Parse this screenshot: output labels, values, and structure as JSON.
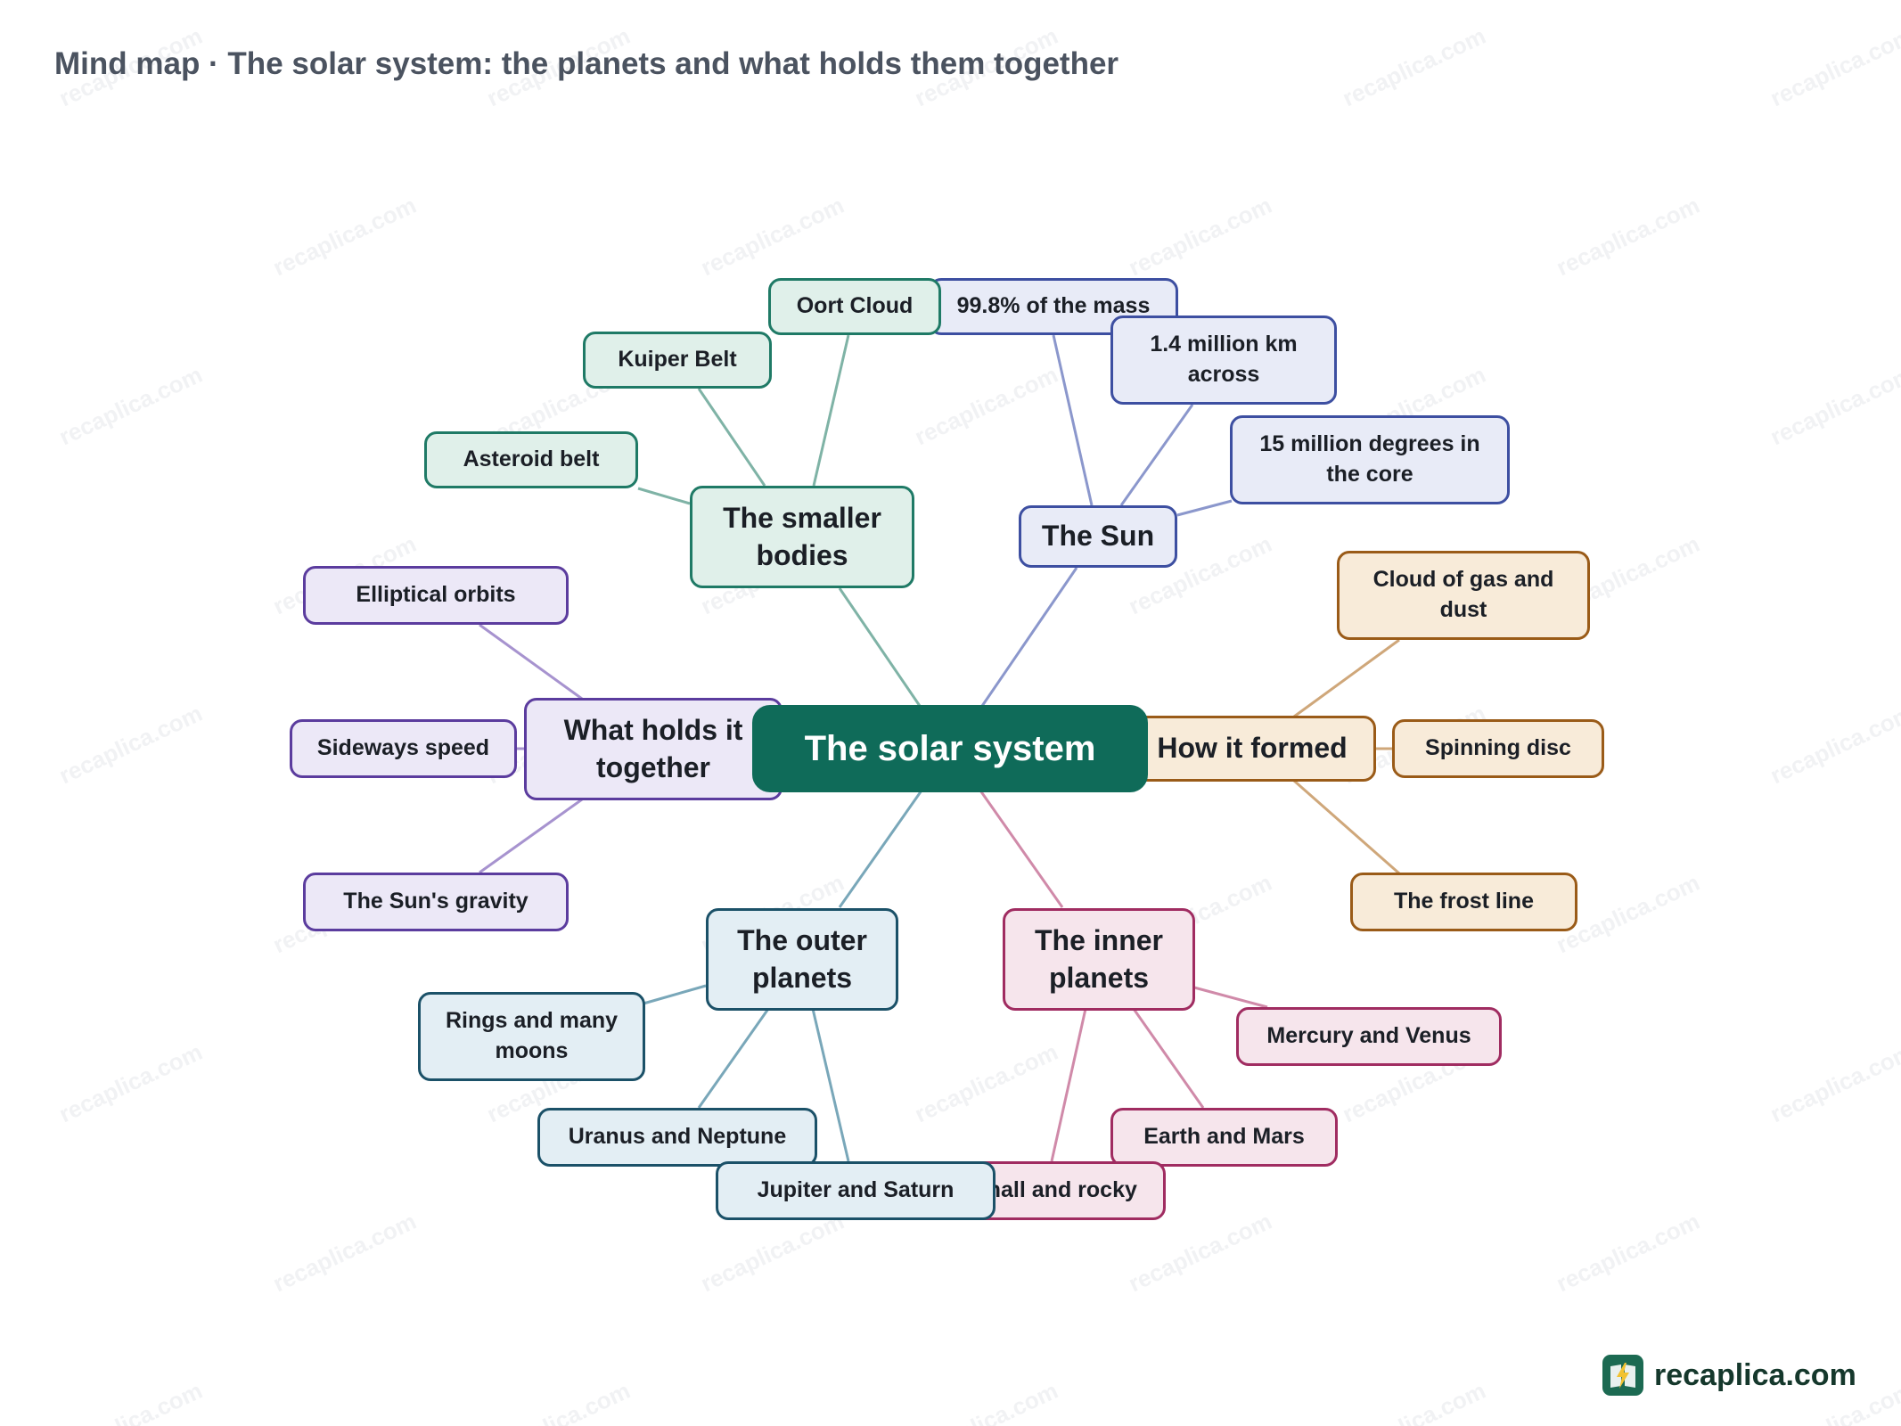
{
  "page": {
    "title": "Mind map · The solar system: the planets and what holds them together",
    "watermark": "recaplica.com",
    "brand_name": "recaplica.com"
  },
  "colors": {
    "center": "#0f6b59",
    "sun": "#3d4fa1",
    "smaller_bodies": "#1f7a66",
    "holds_together": "#5b3c9e",
    "formed": "#9a5b18",
    "outer_planets": "#1b5168",
    "inner_planets": "#a02c61"
  },
  "mindmap": {
    "center": "The solar system",
    "branches": {
      "sun": {
        "label": "The Sun",
        "children": [
          "99.8% of the mass",
          "1.4 million km across",
          "15 million degrees in the core"
        ]
      },
      "smaller": {
        "label": "The smaller bodies",
        "children": [
          "Oort Cloud",
          "Kuiper Belt",
          "Asteroid belt"
        ]
      },
      "hold": {
        "label": "What holds it together",
        "children": [
          "Elliptical orbits",
          "Sideways speed",
          "The Sun's gravity"
        ]
      },
      "formed": {
        "label": "How it formed",
        "children": [
          "Cloud of gas and dust",
          "Spinning disc",
          "The frost line"
        ]
      },
      "outer": {
        "label": "The outer planets",
        "children": [
          "Rings and many moons",
          "Uranus and Neptune",
          "Jupiter and Saturn"
        ]
      },
      "inner": {
        "label": "The inner planets",
        "children": [
          "Mercury and Venus",
          "Earth and Mars",
          "Small and rocky"
        ]
      }
    }
  }
}
